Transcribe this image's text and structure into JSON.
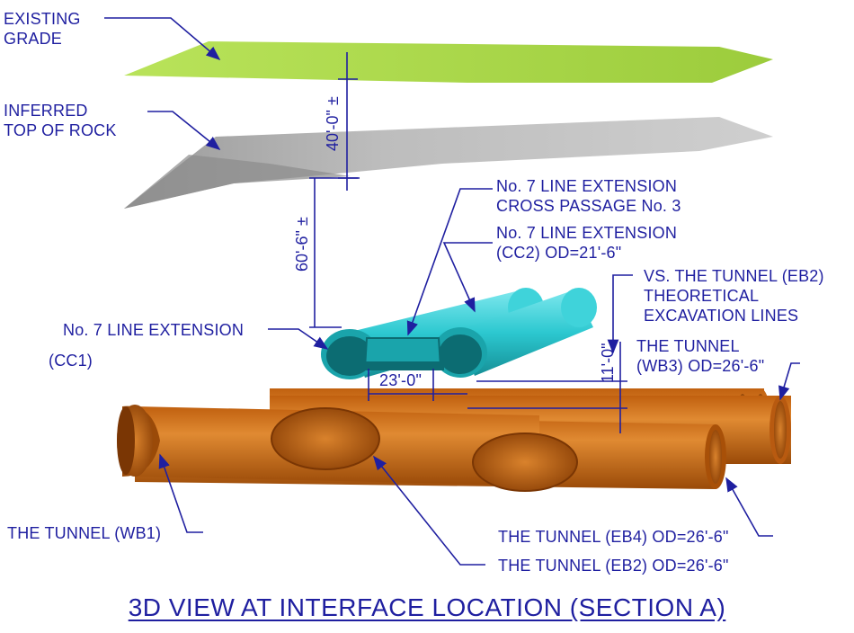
{
  "labels": {
    "existing_grade": [
      "EXISTING",
      "GRADE"
    ],
    "top_of_rock": [
      "INFERRED",
      "TOP OF ROCK"
    ],
    "cross_passage": [
      "No. 7 LINE EXTENSION",
      "CROSS PASSAGE No. 3"
    ],
    "cc2": [
      "No. 7 LINE EXTENSION",
      "(CC2) OD=21'-6\""
    ],
    "excavation": [
      "VS. THE TUNNEL (EB2)",
      "THEORETICAL",
      "EXCAVATION LINES"
    ],
    "cc1": [
      "No. 7 LINE EXTENSION",
      "(CC1)"
    ],
    "wb3": [
      "THE TUNNEL",
      "(WB3) OD=26'-6\""
    ],
    "wb1": "THE TUNNEL (WB1)",
    "eb4": "THE TUNNEL (EB4) OD=26'-6\"",
    "eb2": "THE TUNNEL (EB2) OD=26'-6\""
  },
  "dimensions": {
    "grade_to_rock": "40'-0\" ±",
    "rock_to_cc": "60'-6\" ±",
    "cc_spacing": "23'-0\"",
    "cc_to_tunnel": "11'-0\""
  },
  "title": "3D VIEW AT INTERFACE LOCATION (SECTION A)",
  "colors": {
    "annotation": "#1f1fa0",
    "grade": "#a6d64a",
    "rock": "#b4b4b4",
    "cross_passage_tubes": "#2cc8d0",
    "tunnels": "#d2721e"
  }
}
